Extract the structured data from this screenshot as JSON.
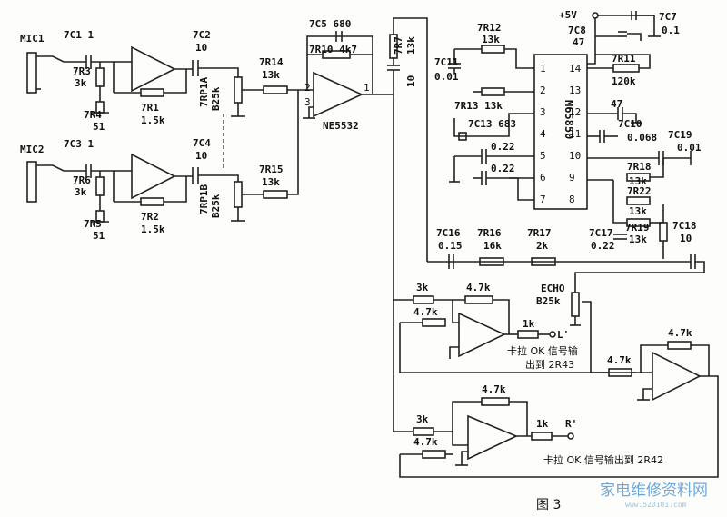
{
  "labels": {
    "mic1": "MIC1",
    "mic2": "MIC2",
    "c1": "7C1 1",
    "c3": "7C3 1",
    "r3": "7R3",
    "r3v": "3k",
    "r4": "7R4",
    "r4v": "51",
    "r1": "7R1",
    "r1v": "1.5k",
    "r6": "7R6",
    "r6v": "3k",
    "r5": "7R5",
    "r5v": "51",
    "r2": "7R2",
    "r2v": "1.5k",
    "c2": "7C2",
    "c2v": "10",
    "c4": "7C4",
    "c4v": "10",
    "rp1a": "7RP1A",
    "rp1av": "B25k",
    "rp1b": "7RP1B",
    "rp1bv": "B25k",
    "r14": "7R14",
    "r14v": "13k",
    "r15": "7R15",
    "r15v": "13k",
    "c5": "7C5 680",
    "r10": "7R10 4k7",
    "ne": "NE5532",
    "r7": "7R7",
    "r7v": "13k",
    "c6v": "10",
    "c11": "7C11",
    "c11v": "0.01",
    "r12": "7R12",
    "r12v": "13k",
    "r13": "7R13 13k",
    "c13": "7C13 683",
    "c022a": "0.22",
    "c022b": "0.22",
    "ic": "M65850",
    "plus5": "+5V",
    "c8": "7C8",
    "c8v": "47",
    "c7": "7C7",
    "c7v": "0.1",
    "r11": "7R11",
    "r11v": "120k",
    "c47": "47",
    "c10": "7C10",
    "c10v": "0.068",
    "c19": "7C19",
    "c19v": "0.01",
    "r18": "7R18",
    "r18v": "13k",
    "r22": "7R22",
    "r22v": "13k",
    "r19": "7R19",
    "r19v": "13k",
    "c18": "7C18",
    "c18v": "10",
    "c16": "7C16",
    "c16v": "0.15",
    "r16": "7R16",
    "r16v": "16k",
    "r17": "7R17",
    "r17v": "2k",
    "c17": "7C17",
    "c17v": "0.22",
    "echo": "ECHO",
    "echov": "B25k",
    "r3k_a": "3k",
    "r47_a": "4.7k",
    "r47_b": "4.7k",
    "r1k_a": "1k",
    "outL": "L'",
    "noteL": "卡拉 OK 信号输",
    "noteL2": "出到 2R43",
    "r47_c": "4.7k",
    "r47_d": "4.7k",
    "r3k_b": "3k",
    "r47_e": "4.7k",
    "r47_f": "4.7k",
    "r1k_b": "1k",
    "outR": "R'",
    "noteR": "卡拉 OK 信号输出到 2R42",
    "pin2": "2",
    "pin3": "3",
    "pin1": "1",
    "fig": "图 3",
    "wm": "家电维修资料网",
    "wm_url": "www.520101.com"
  },
  "ic_pins_left": [
    "1",
    "2",
    "3",
    "4",
    "5",
    "6",
    "7"
  ],
  "ic_pins_right": [
    "14",
    "13",
    "12",
    "11",
    "10",
    "9",
    "8"
  ]
}
